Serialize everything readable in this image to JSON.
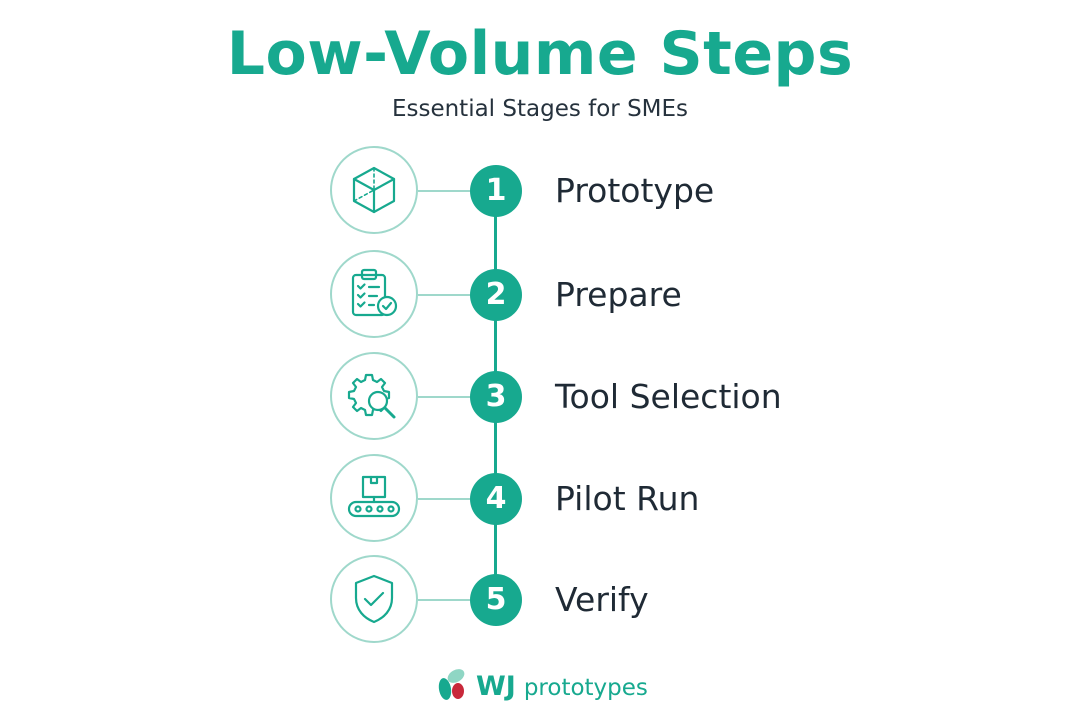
{
  "header": {
    "title": "Low-Volume Steps",
    "subtitle": "Essential Stages for SMEs"
  },
  "steps": [
    {
      "number": "1",
      "label": "Prototype",
      "icon": "cube-icon"
    },
    {
      "number": "2",
      "label": "Prepare",
      "icon": "clipboard-checklist-icon"
    },
    {
      "number": "3",
      "label": "Tool Selection",
      "icon": "gear-magnifier-icon"
    },
    {
      "number": "4",
      "label": "Pilot Run",
      "icon": "conveyor-box-icon"
    },
    {
      "number": "5",
      "label": "Verify",
      "icon": "shield-check-icon"
    }
  ],
  "footer": {
    "brand": "WJ",
    "brand_suffix": "prototypes"
  },
  "colors": {
    "accent": "#17a98f",
    "ring": "#9fd8cb",
    "text": "#1f2a35",
    "logo_red": "#c8283a"
  }
}
